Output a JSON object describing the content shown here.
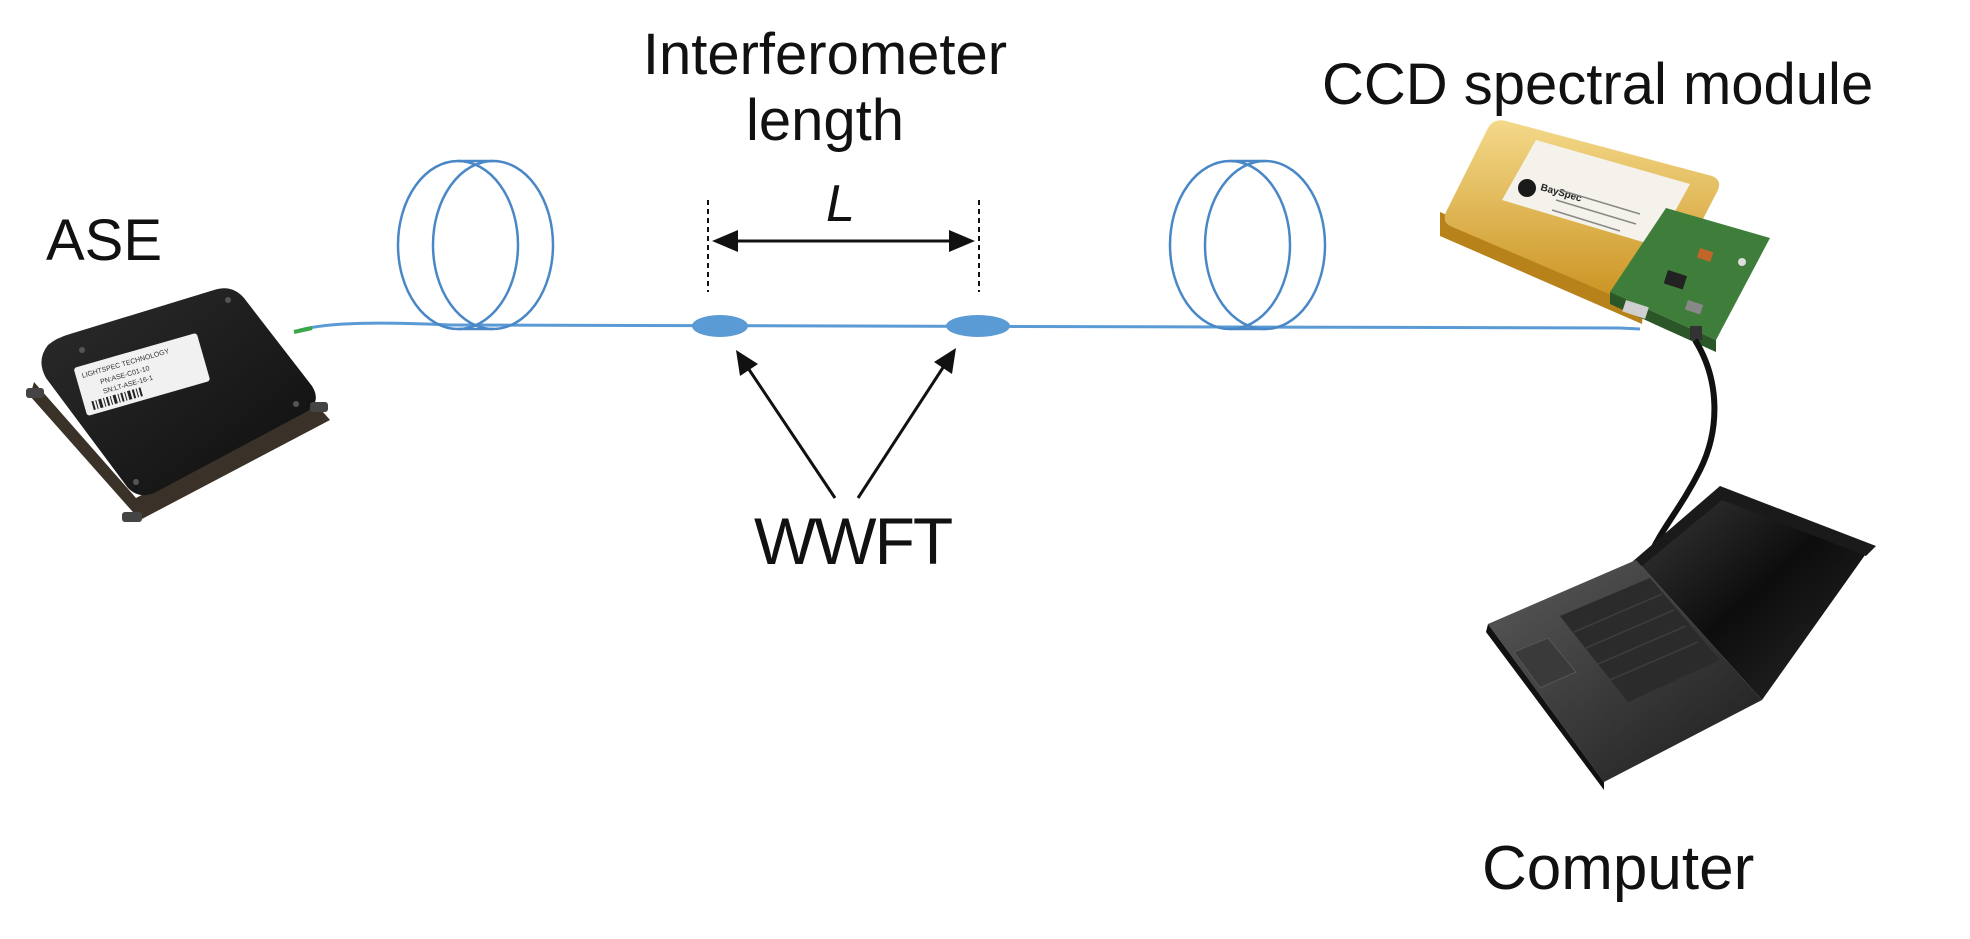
{
  "labels": {
    "ase": "ASE",
    "interferometer_line1": "Interferometer",
    "interferometer_line2": "length",
    "length_symbol": "L",
    "wwft": "WWFT",
    "ccd": "CCD spectral module",
    "computer": "Computer"
  },
  "devices": {
    "ase_sticker_line1": "LIGHTSPEC TECHNOLOGY",
    "ase_sticker_line2": "PN:ASE-C01-10",
    "ase_sticker_line3": "SN:LT-ASE-16-1",
    "ccd_brand": "BaySpec"
  },
  "colors": {
    "fiber": "#5a9bd5",
    "coil": "#4a87c6",
    "grating": "#5b9bd5",
    "arrow": "#111111",
    "ccd_gold": "#e0b238",
    "pcb_green": "#3f7d3b",
    "device_black": "#1a1a1a"
  },
  "icons": [
    "fiber-coil-icon",
    "ase-source-icon",
    "ccd-module-icon",
    "laptop-icon",
    "grating-icon"
  ]
}
